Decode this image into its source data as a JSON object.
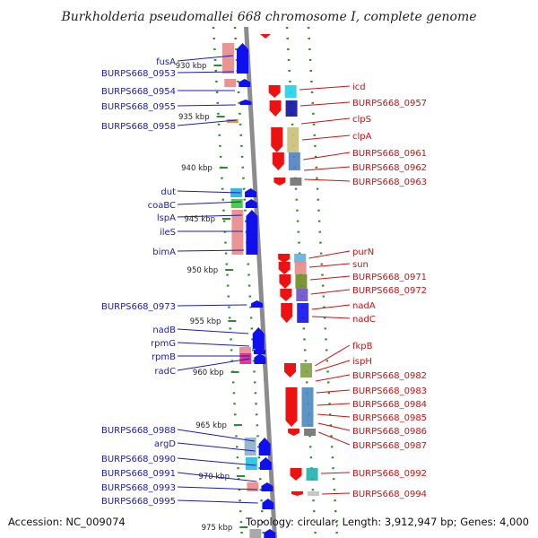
{
  "title": "Burkholderia pseudomallei 668 chromosome I, complete genome",
  "footer": {
    "accession": "Accession: NC_009074",
    "summary": "Topology: circular; Length: 3,912,947 bp; Genes: 4,000"
  },
  "colors": {
    "forward_strand_gene": "#1010ee",
    "reverse_strand_gene": "#ee1111",
    "forward_label": "#1b1bb3",
    "reverse_label": "#cc1111",
    "backbone": "#8c8c8c",
    "tick": "#2e8b2e"
  },
  "scale_labels": [
    "930 kbp",
    "935 kbp",
    "940 kbp",
    "945 kbp",
    "950 kbp",
    "955 kbp",
    "960 kbp",
    "965 kbp",
    "970 kbp",
    "975 kbp"
  ],
  "left_labels": [
    "fusA",
    "BURPS668_0953",
    "BURPS668_0954",
    "BURPS668_0955",
    "BURPS668_0958",
    "dut",
    "coaBC",
    "lspA",
    "ileS",
    "bimA",
    "BURPS668_0973",
    "nadB",
    "rpmG",
    "rpmB",
    "radC",
    "BURPS668_0988",
    "argD",
    "BURPS668_0990",
    "BURPS668_0991",
    "BURPS668_0993",
    "BURPS668_0995"
  ],
  "right_labels": [
    "icd",
    "BURPS668_0957",
    "clpS",
    "clpA",
    "BURPS668_0961",
    "BURPS668_0962",
    "BURPS668_0963",
    "purN",
    "sun",
    "BURPS668_0971",
    "BURPS668_0972",
    "nadA",
    "nadC",
    "fkpB",
    "ispH",
    "BURPS668_0982",
    "BURPS668_0983",
    "BURPS668_0984",
    "BURPS668_0985",
    "BURPS668_0986",
    "BURPS668_0987",
    "BURPS668_0992",
    "BURPS668_0994"
  ]
}
